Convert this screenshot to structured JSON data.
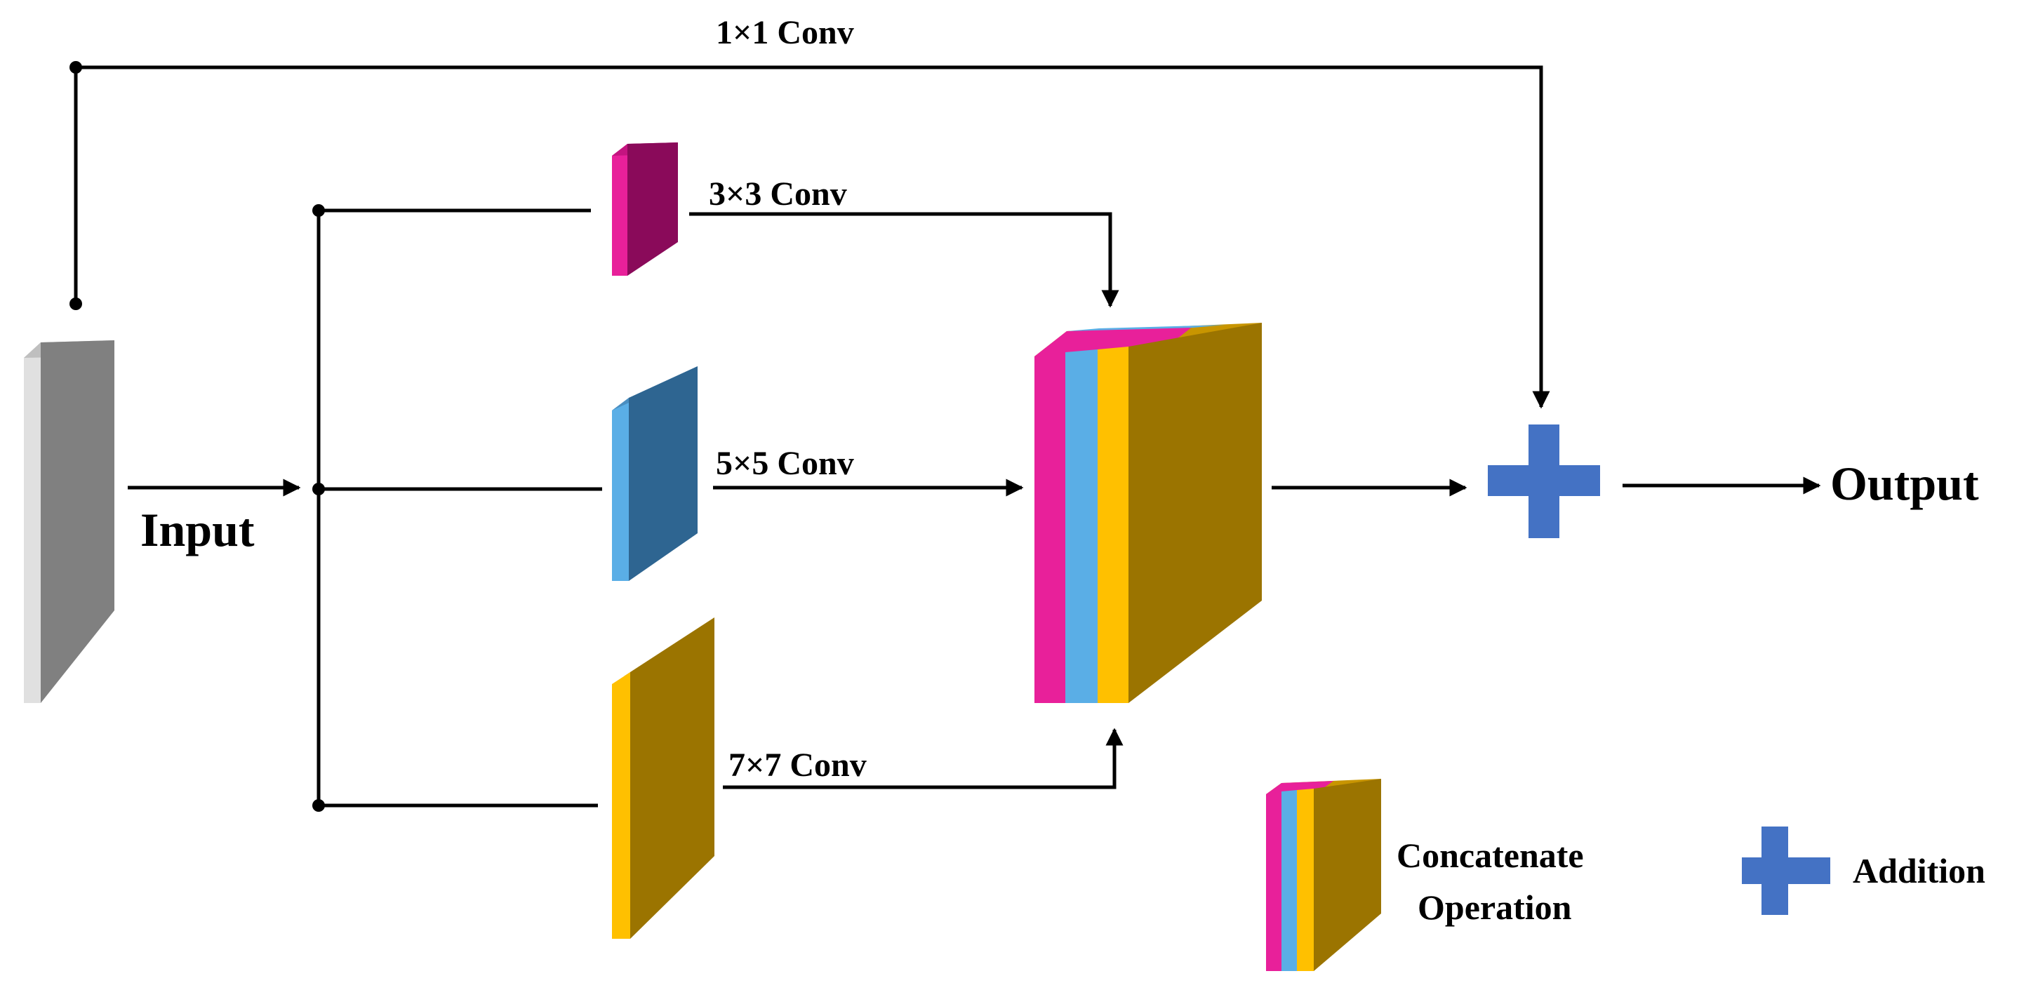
{
  "labels": {
    "input": "Input",
    "output": "Output",
    "conv1x1": "1×1 Conv",
    "conv3x3": "3×3 Conv",
    "conv5x5": "5×5 Conv",
    "conv7x7": "7×7 Conv"
  },
  "legend": {
    "concat_line1": "Concatenate",
    "concat_line2": "Operation",
    "addition": "Addition"
  },
  "colors": {
    "input_front": "#d9d9d9",
    "input_side": "#808080",
    "conv3_front": "#e8209a",
    "conv3_side": "#8a0a5a",
    "conv5_front": "#5aaee6",
    "conv5_side": "#2e6591",
    "conv7_front": "#ffc000",
    "conv7_side": "#9b7400",
    "plus": "#4472c4",
    "wire": "#000000"
  }
}
